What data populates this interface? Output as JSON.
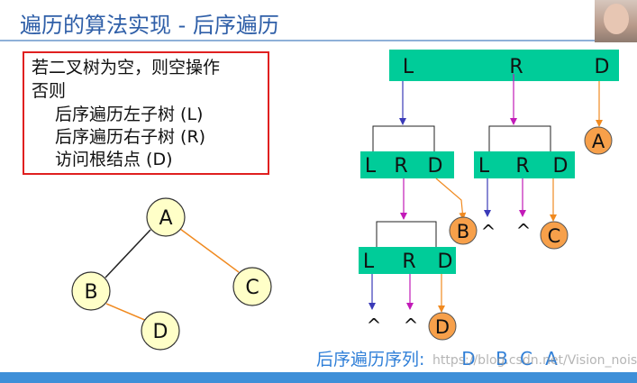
{
  "title": "遍历的算法实现 - 后序遍历",
  "rules": {
    "line1": "若二叉树为空，则空操作",
    "line2": "否则",
    "line3": "后序遍历左子树 (L)",
    "line4": "后序遍历右子树 (R)",
    "line5": "访问根结点 (D)"
  },
  "tree": {
    "node_a": "A",
    "node_b": "B",
    "node_c": "C",
    "node_d": "D"
  },
  "frames": {
    "top": {
      "l": "L",
      "r": "R",
      "d": "D"
    },
    "mid_left": {
      "l": "L",
      "r": "R",
      "d": "D"
    },
    "mid_right": {
      "l": "L",
      "r": "R",
      "d": "D"
    },
    "bottom": {
      "l": "L",
      "r": "R",
      "d": "D"
    }
  },
  "visits": {
    "a": "A",
    "b": "B",
    "c": "C",
    "d": "D",
    "null_mark": "^"
  },
  "result": {
    "label": "后序遍历序列:",
    "sequence": [
      "D",
      "B",
      "C",
      "A"
    ]
  },
  "watermark": "https://blog.csdn.net/Vision_noisiV",
  "colors": {
    "title": "#2f5fa8",
    "rule_border": "#e02020",
    "frame_fill": "#00cc99",
    "node_fill": "#ffffc8",
    "visit_fill": "#f7a04a",
    "arrow_blue": "#3a3ab8",
    "arrow_magenta": "#c21ab8",
    "arrow_orange": "#f08a20",
    "result_text": "#2f7fd8"
  }
}
